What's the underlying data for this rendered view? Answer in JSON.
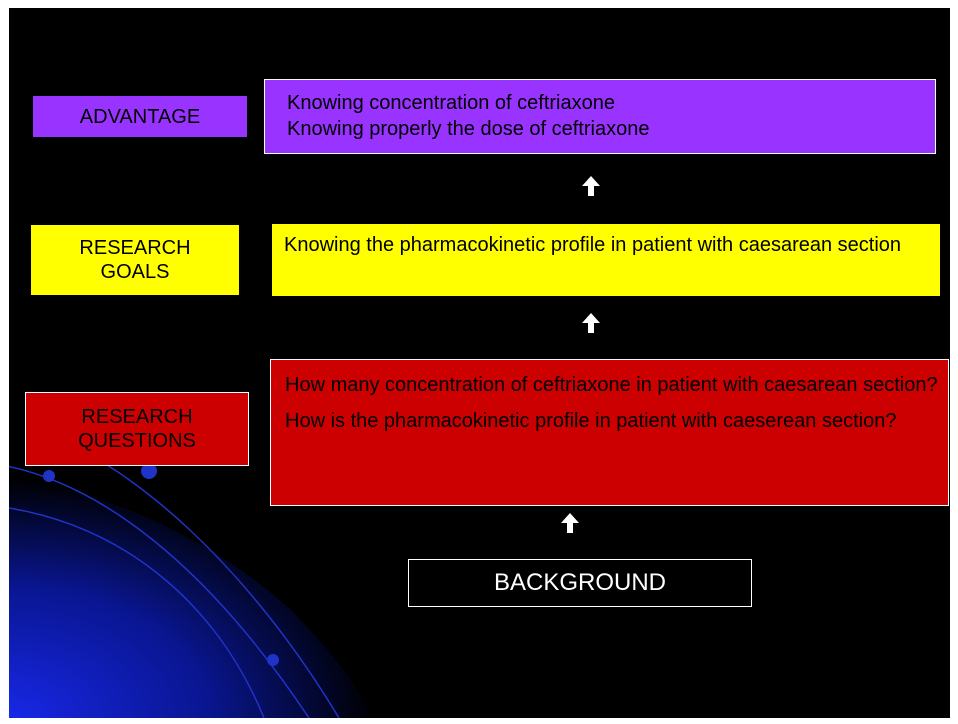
{
  "colors": {
    "background": "#000000",
    "advantage": "#9933ff",
    "goals": "#ffff00",
    "questions": "#cc0000",
    "arrow": "#ffffff",
    "decoration": "#0a1fb0"
  },
  "advantage": {
    "label": "ADVANTAGE",
    "lines": [
      "Knowing concentration of ceftriaxone",
      "Knowing properly the dose of ceftriaxone"
    ]
  },
  "goals": {
    "label": "RESEARCH\nGOALS",
    "text": "Knowing the pharmacokinetic profile in patient with caesarean section"
  },
  "questions": {
    "label": "RESEARCH\nQUESTIONS",
    "items": [
      "How many concentration of ceftriaxone in patient with caesarean section?",
      "How is the pharmacokinetic profile in patient with caeserean section?"
    ]
  },
  "background": {
    "label": "BACKGROUND"
  },
  "arrows": [
    "up-arrow-icon",
    "up-arrow-icon",
    "up-arrow-icon"
  ]
}
